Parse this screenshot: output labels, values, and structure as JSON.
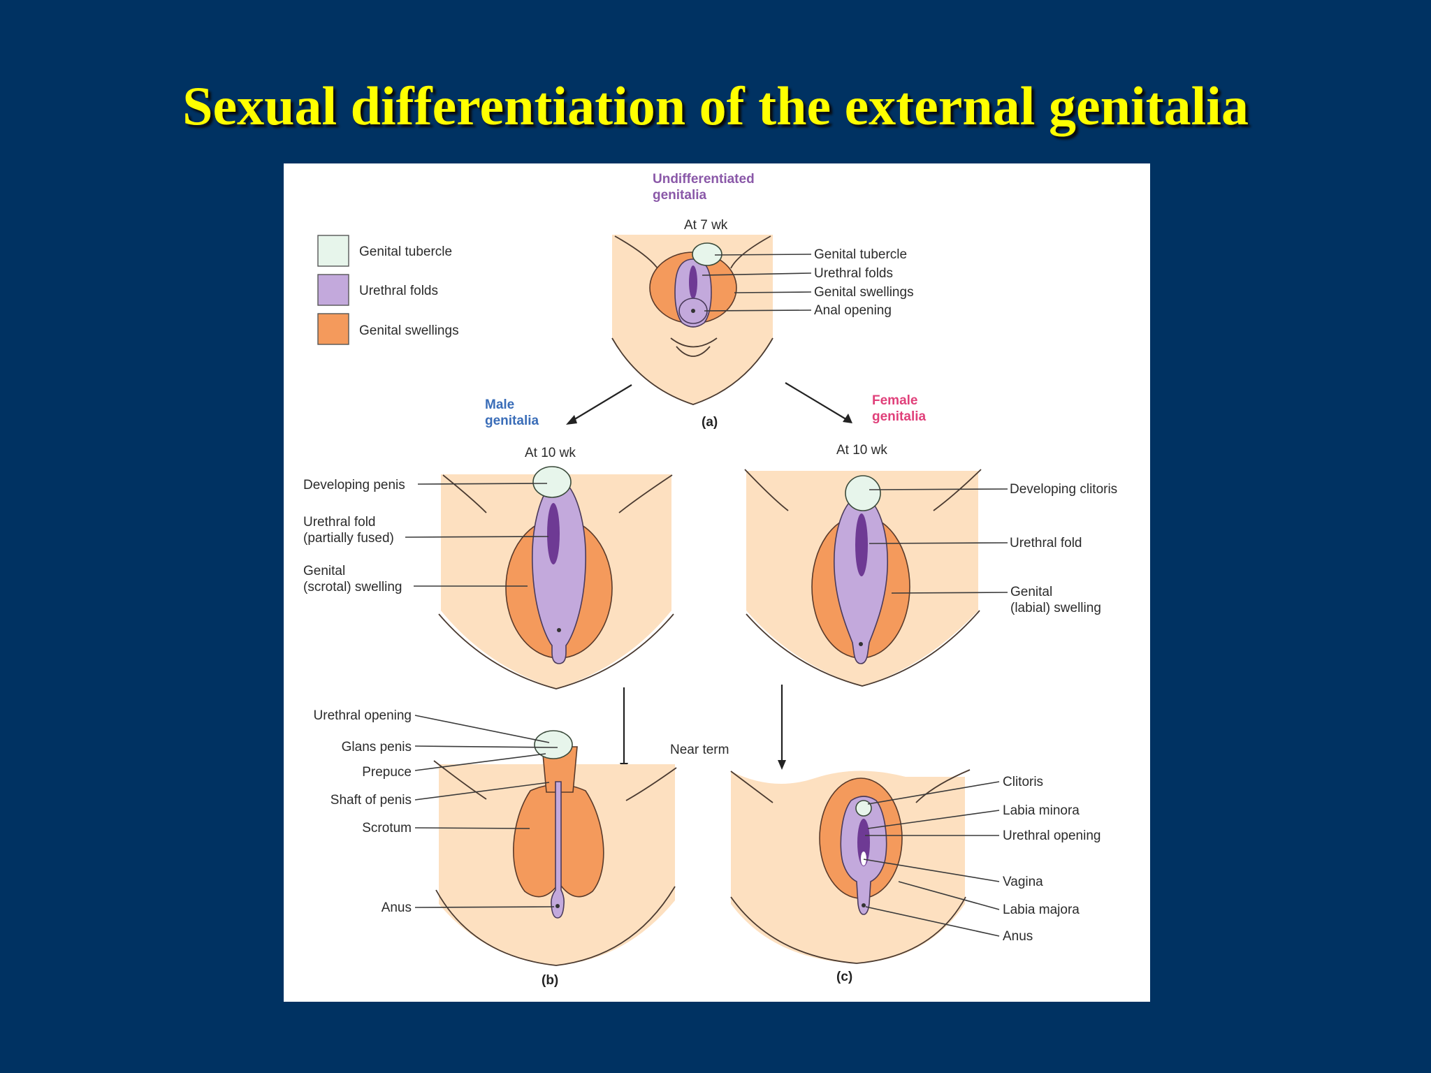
{
  "slide": {
    "title": "Sexual differentiation of the external genitalia",
    "colors": {
      "background": "#003262",
      "title": "#ffff00"
    }
  },
  "figure": {
    "legend": [
      {
        "label": "Genital tubercle",
        "color": "#e7f5eb"
      },
      {
        "label": "Urethral folds",
        "color": "#c3a9dc"
      },
      {
        "label": "Genital swellings",
        "color": "#f49a5c"
      }
    ],
    "panel_a": {
      "heading_line1": "Undifferentiated",
      "heading_line2": "genitalia",
      "stage": "At 7 wk",
      "tag": "(a)",
      "labels": [
        "Genital tubercle",
        "Urethral folds",
        "Genital swellings",
        "Anal opening"
      ]
    },
    "male": {
      "heading_line1": "Male",
      "heading_line2": "genitalia",
      "stage": "At 10 wk",
      "labels_10wk": {
        "developing_penis": "Developing penis",
        "urethral_fold_1": "Urethral fold",
        "urethral_fold_2": "(partially fused)",
        "genital_swelling_1": "Genital",
        "genital_swelling_2": "(scrotal) swelling"
      },
      "labels_term": [
        "Urethral opening",
        "Glans penis",
        "Prepuce",
        "Shaft of penis",
        "Scrotum",
        "Anus"
      ],
      "tag": "(b)"
    },
    "female": {
      "heading_line1": "Female",
      "heading_line2": "genitalia",
      "stage": "At 10 wk",
      "labels_10wk": {
        "developing_clitoris": "Developing clitoris",
        "urethral_fold": "Urethral fold",
        "genital_swelling_1": "Genital",
        "genital_swelling_2": "(labial) swelling"
      },
      "labels_term": [
        "Clitoris",
        "Labia minora",
        "Urethral opening",
        "Vagina",
        "Labia majora",
        "Anus"
      ],
      "tag": "(c)"
    },
    "near_term": "Near term"
  }
}
